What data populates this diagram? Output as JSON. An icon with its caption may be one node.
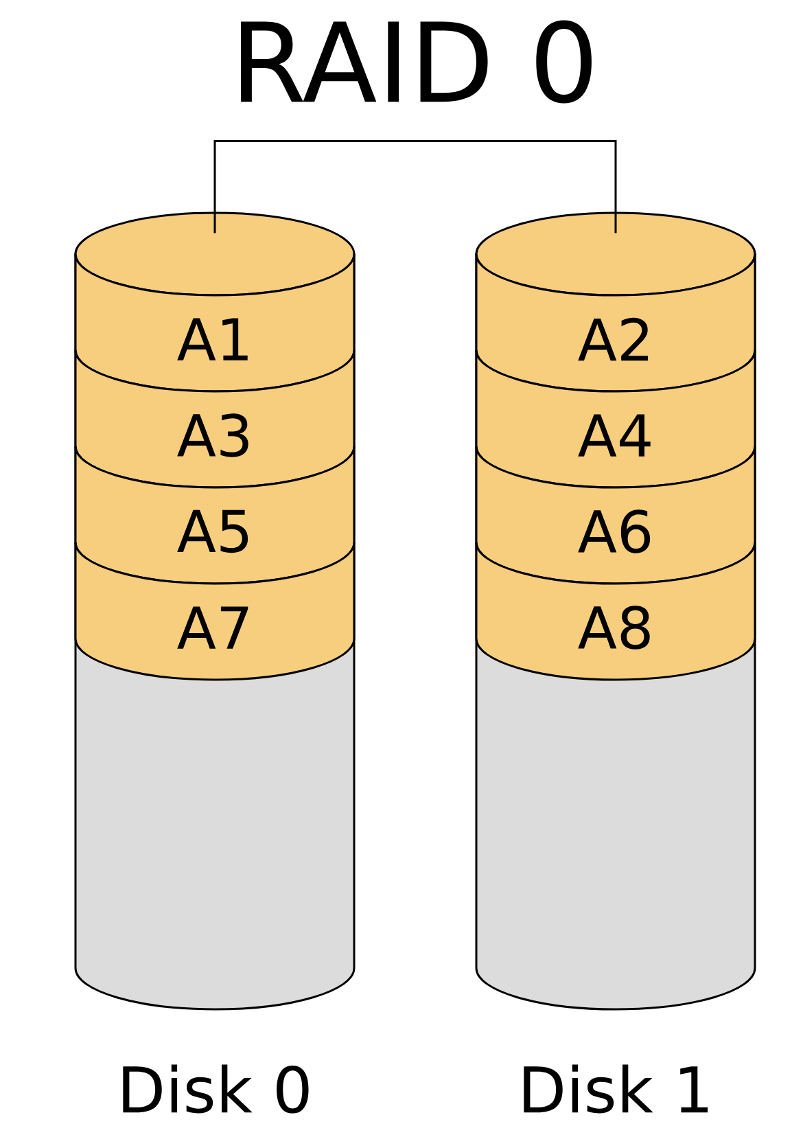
{
  "diagram": {
    "title": "RAID 0",
    "nodes": [
      {
        "text": [],
        "shape": "cylinder",
        "beside": [
          "Disk 0"
        ]
      },
      {
        "text": [
          "A1"
        ],
        "in": 0
      },
      {
        "text": [
          "A3"
        ],
        "in": 0
      },
      {
        "text": [
          "A5"
        ],
        "in": 0
      },
      {
        "text": [
          "A7"
        ],
        "in": 0
      },
      {
        "text": [],
        "shape": "cylinder",
        "beside": [
          "Disk 1"
        ]
      },
      {
        "text": [
          "A2"
        ],
        "in": 5
      },
      {
        "text": [
          "A4"
        ],
        "in": 5
      },
      {
        "text": [
          "A6"
        ],
        "in": 5
      },
      {
        "text": [
          "A8"
        ],
        "in": 5
      }
    ],
    "edges": [
      {
        "from": 0,
        "to": 5,
        "arrow": "none"
      }
    ]
  }
}
